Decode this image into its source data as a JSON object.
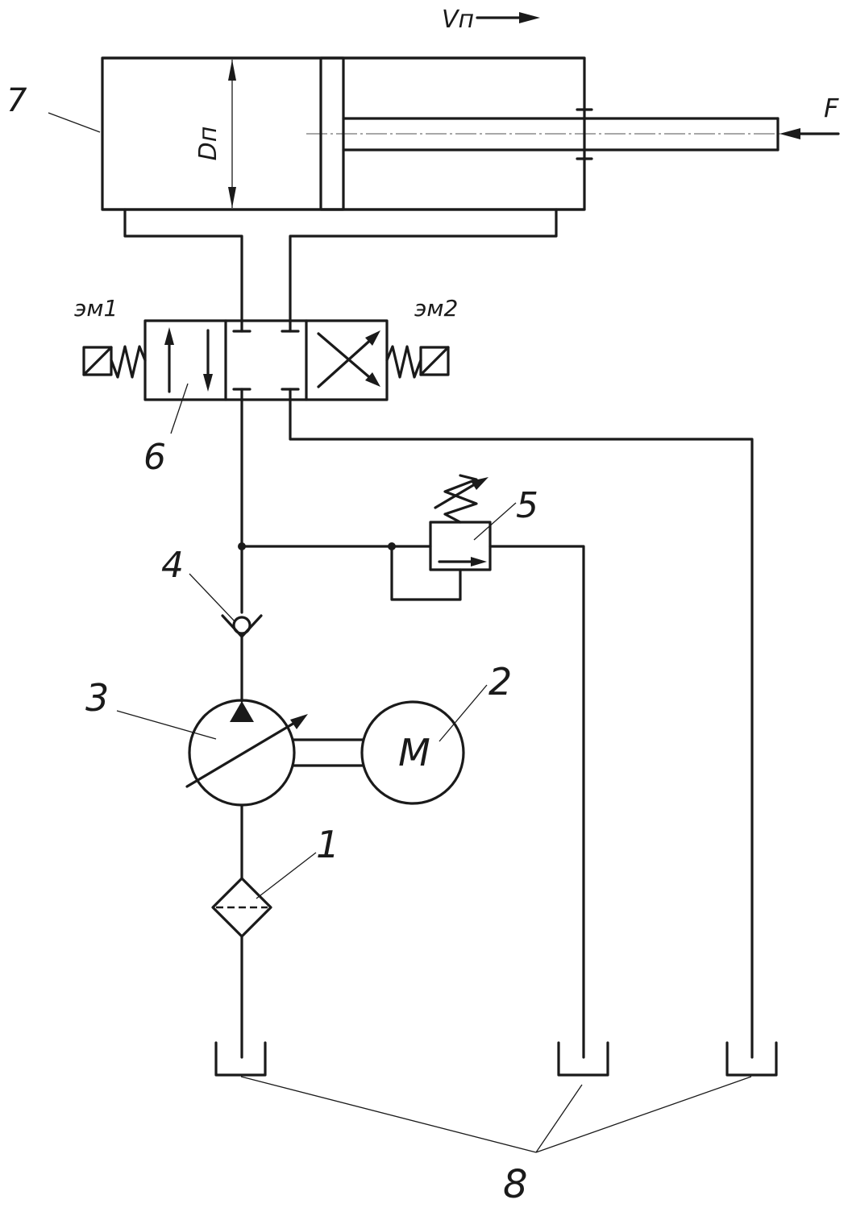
{
  "labels": {
    "velocity": "Vп",
    "force": "F",
    "piston_diameter": "Dп",
    "em1": "эм1",
    "em2": "эм2",
    "motor": "M",
    "pos_1": "1",
    "pos_2": "2",
    "pos_3": "3",
    "pos_4": "4",
    "pos_5": "5",
    "pos_6": "6",
    "pos_7": "7",
    "pos_8": "8"
  }
}
